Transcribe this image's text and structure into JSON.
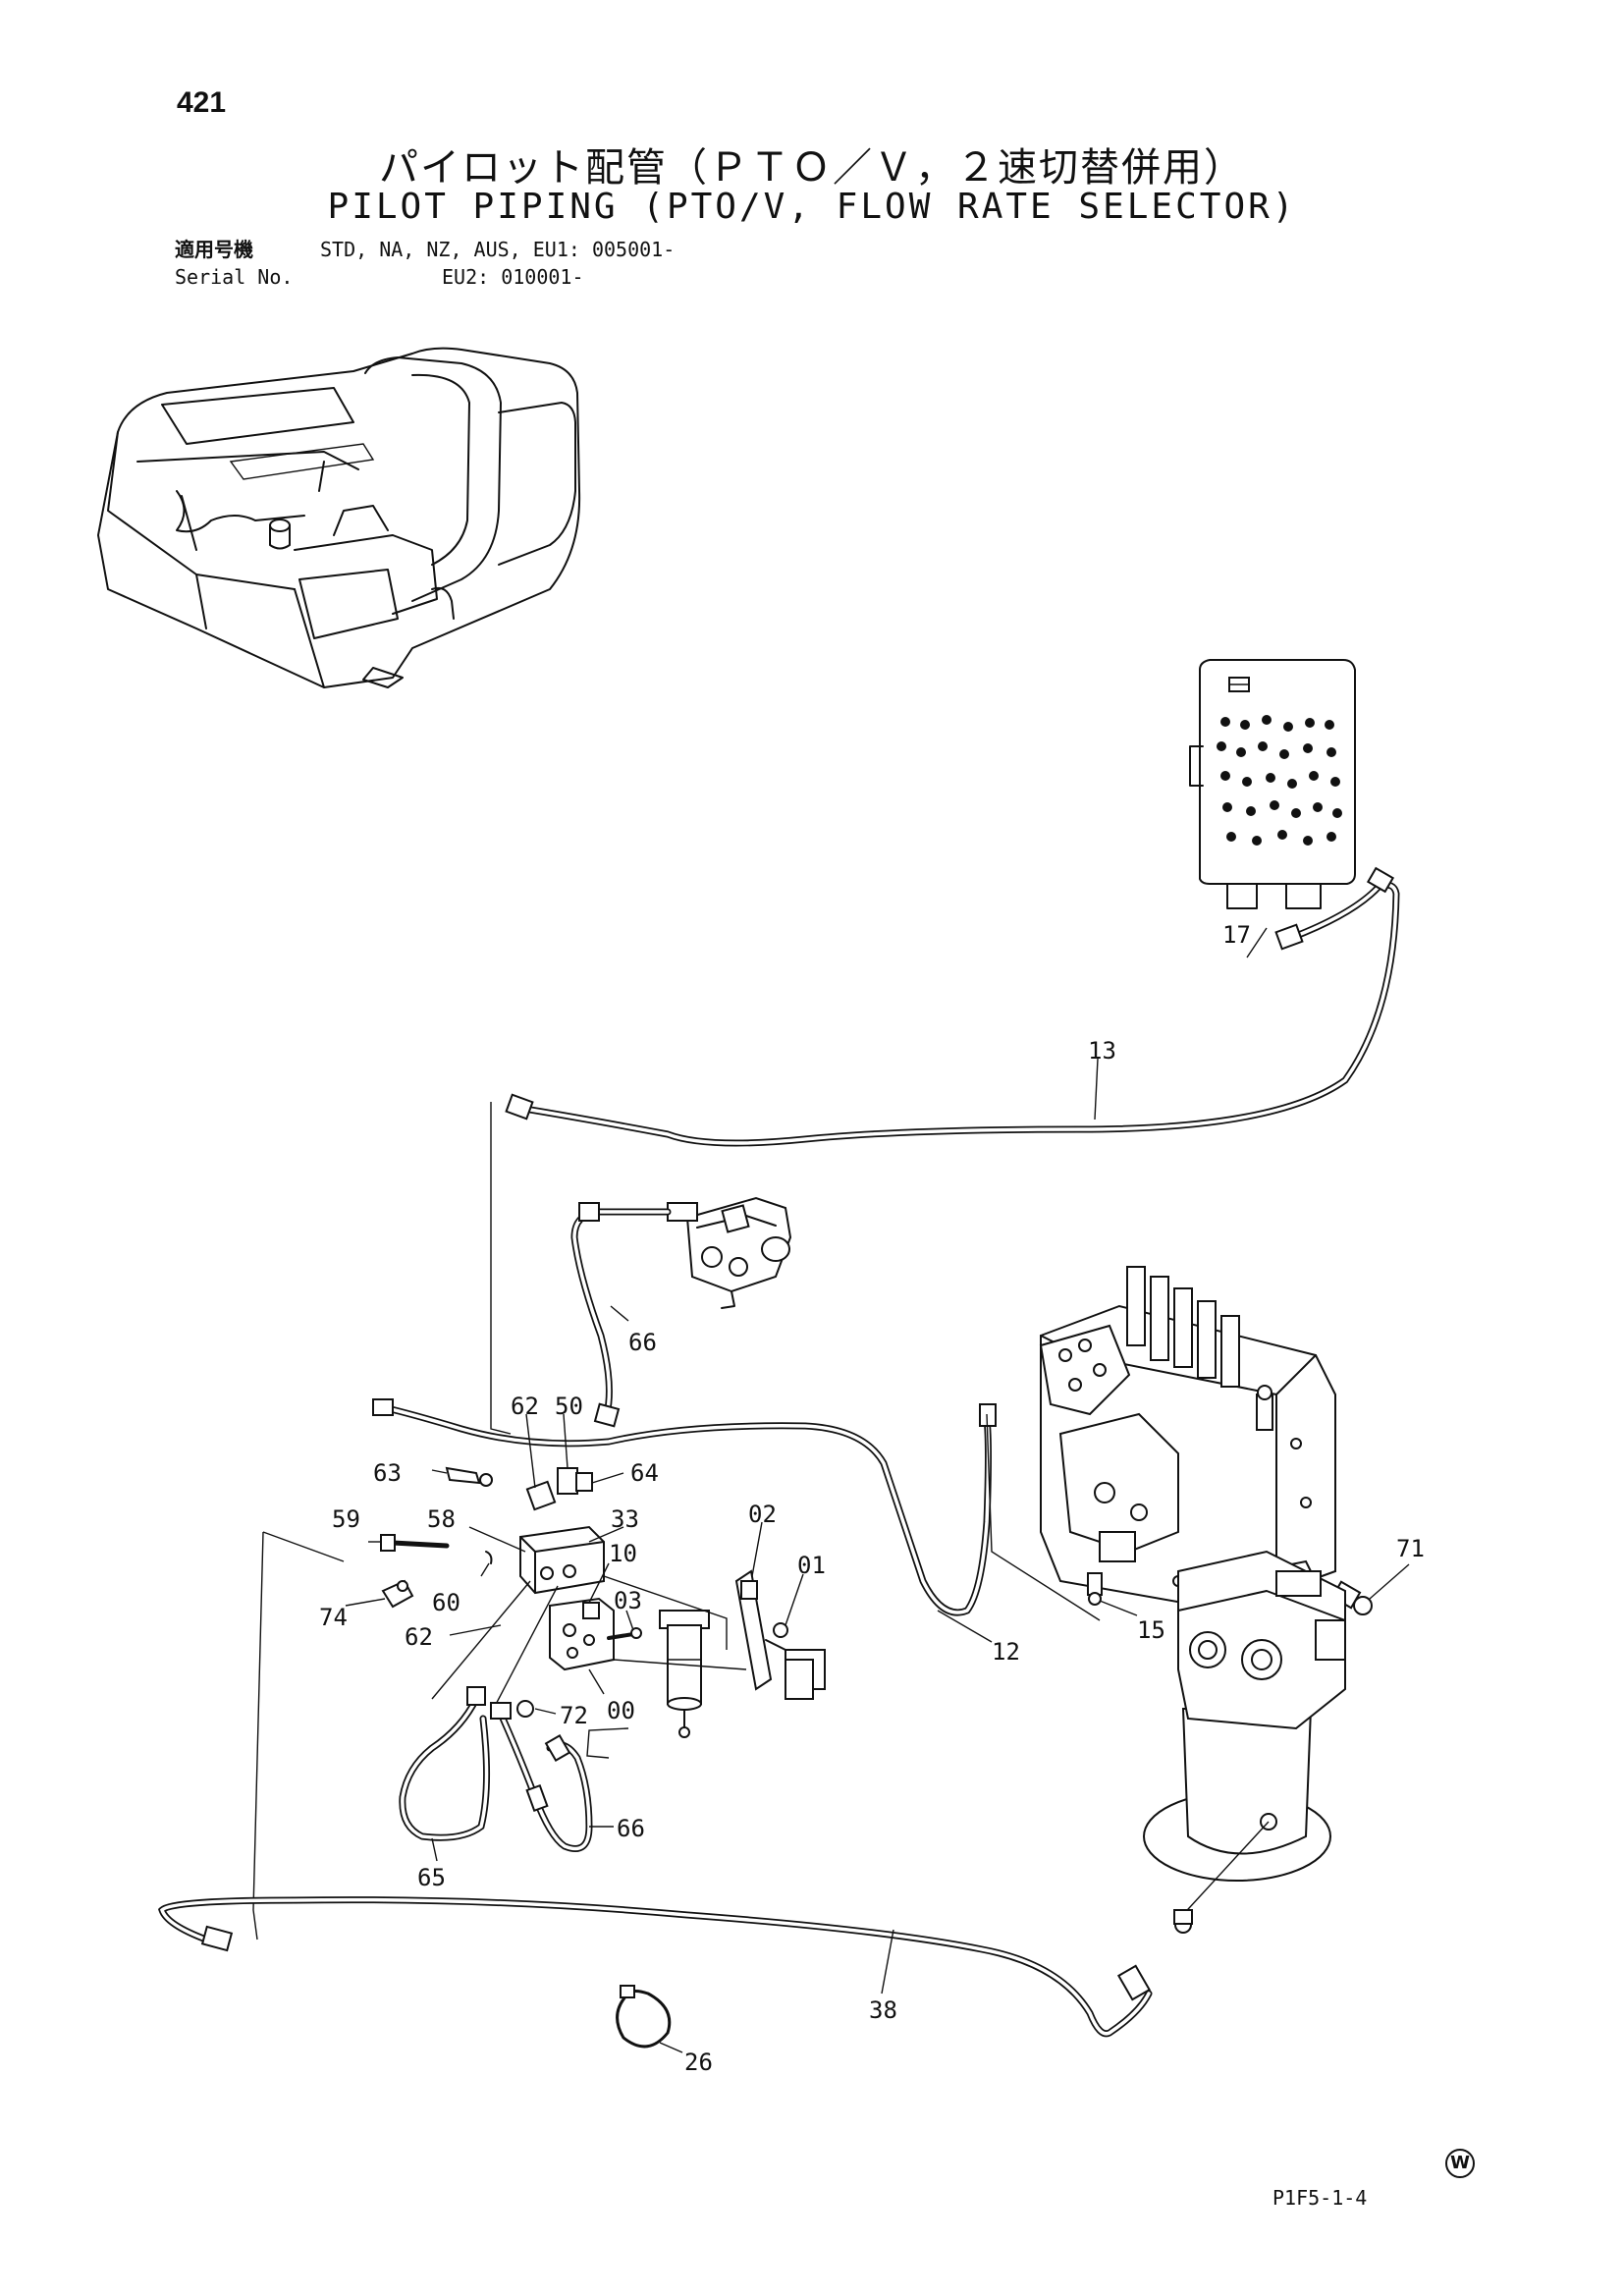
{
  "page_number": "421",
  "title_ja": "パイロット配管（ＰＴＯ／Ｖ，２速切替併用）",
  "title_en": "PILOT PIPING (PTO/V, FLOW RATE SELECTOR)",
  "serial": {
    "label_ja": "適用号機",
    "label_en": "Serial No.",
    "line1": "STD, NA, NZ, AUS, EU1: 005001-",
    "line2": "EU2: 010001-"
  },
  "callouts": {
    "c17": "17",
    "c13": "13",
    "c66a": "66",
    "c62a": "62",
    "c50": "50",
    "c63": "63",
    "c64": "64",
    "c59": "59",
    "c58": "58",
    "c33": "33",
    "c10": "10",
    "c02": "02",
    "c01": "01",
    "c60": "60",
    "c74": "74",
    "c03": "03",
    "c62b": "62",
    "c72": "72",
    "c00": "00",
    "c12": "12",
    "c15": "15",
    "c71": "71",
    "c65": "65",
    "c66b": "66",
    "c38": "38",
    "c26": "26"
  },
  "footer_code": "P1F5-1-4",
  "footer_mark": "W"
}
